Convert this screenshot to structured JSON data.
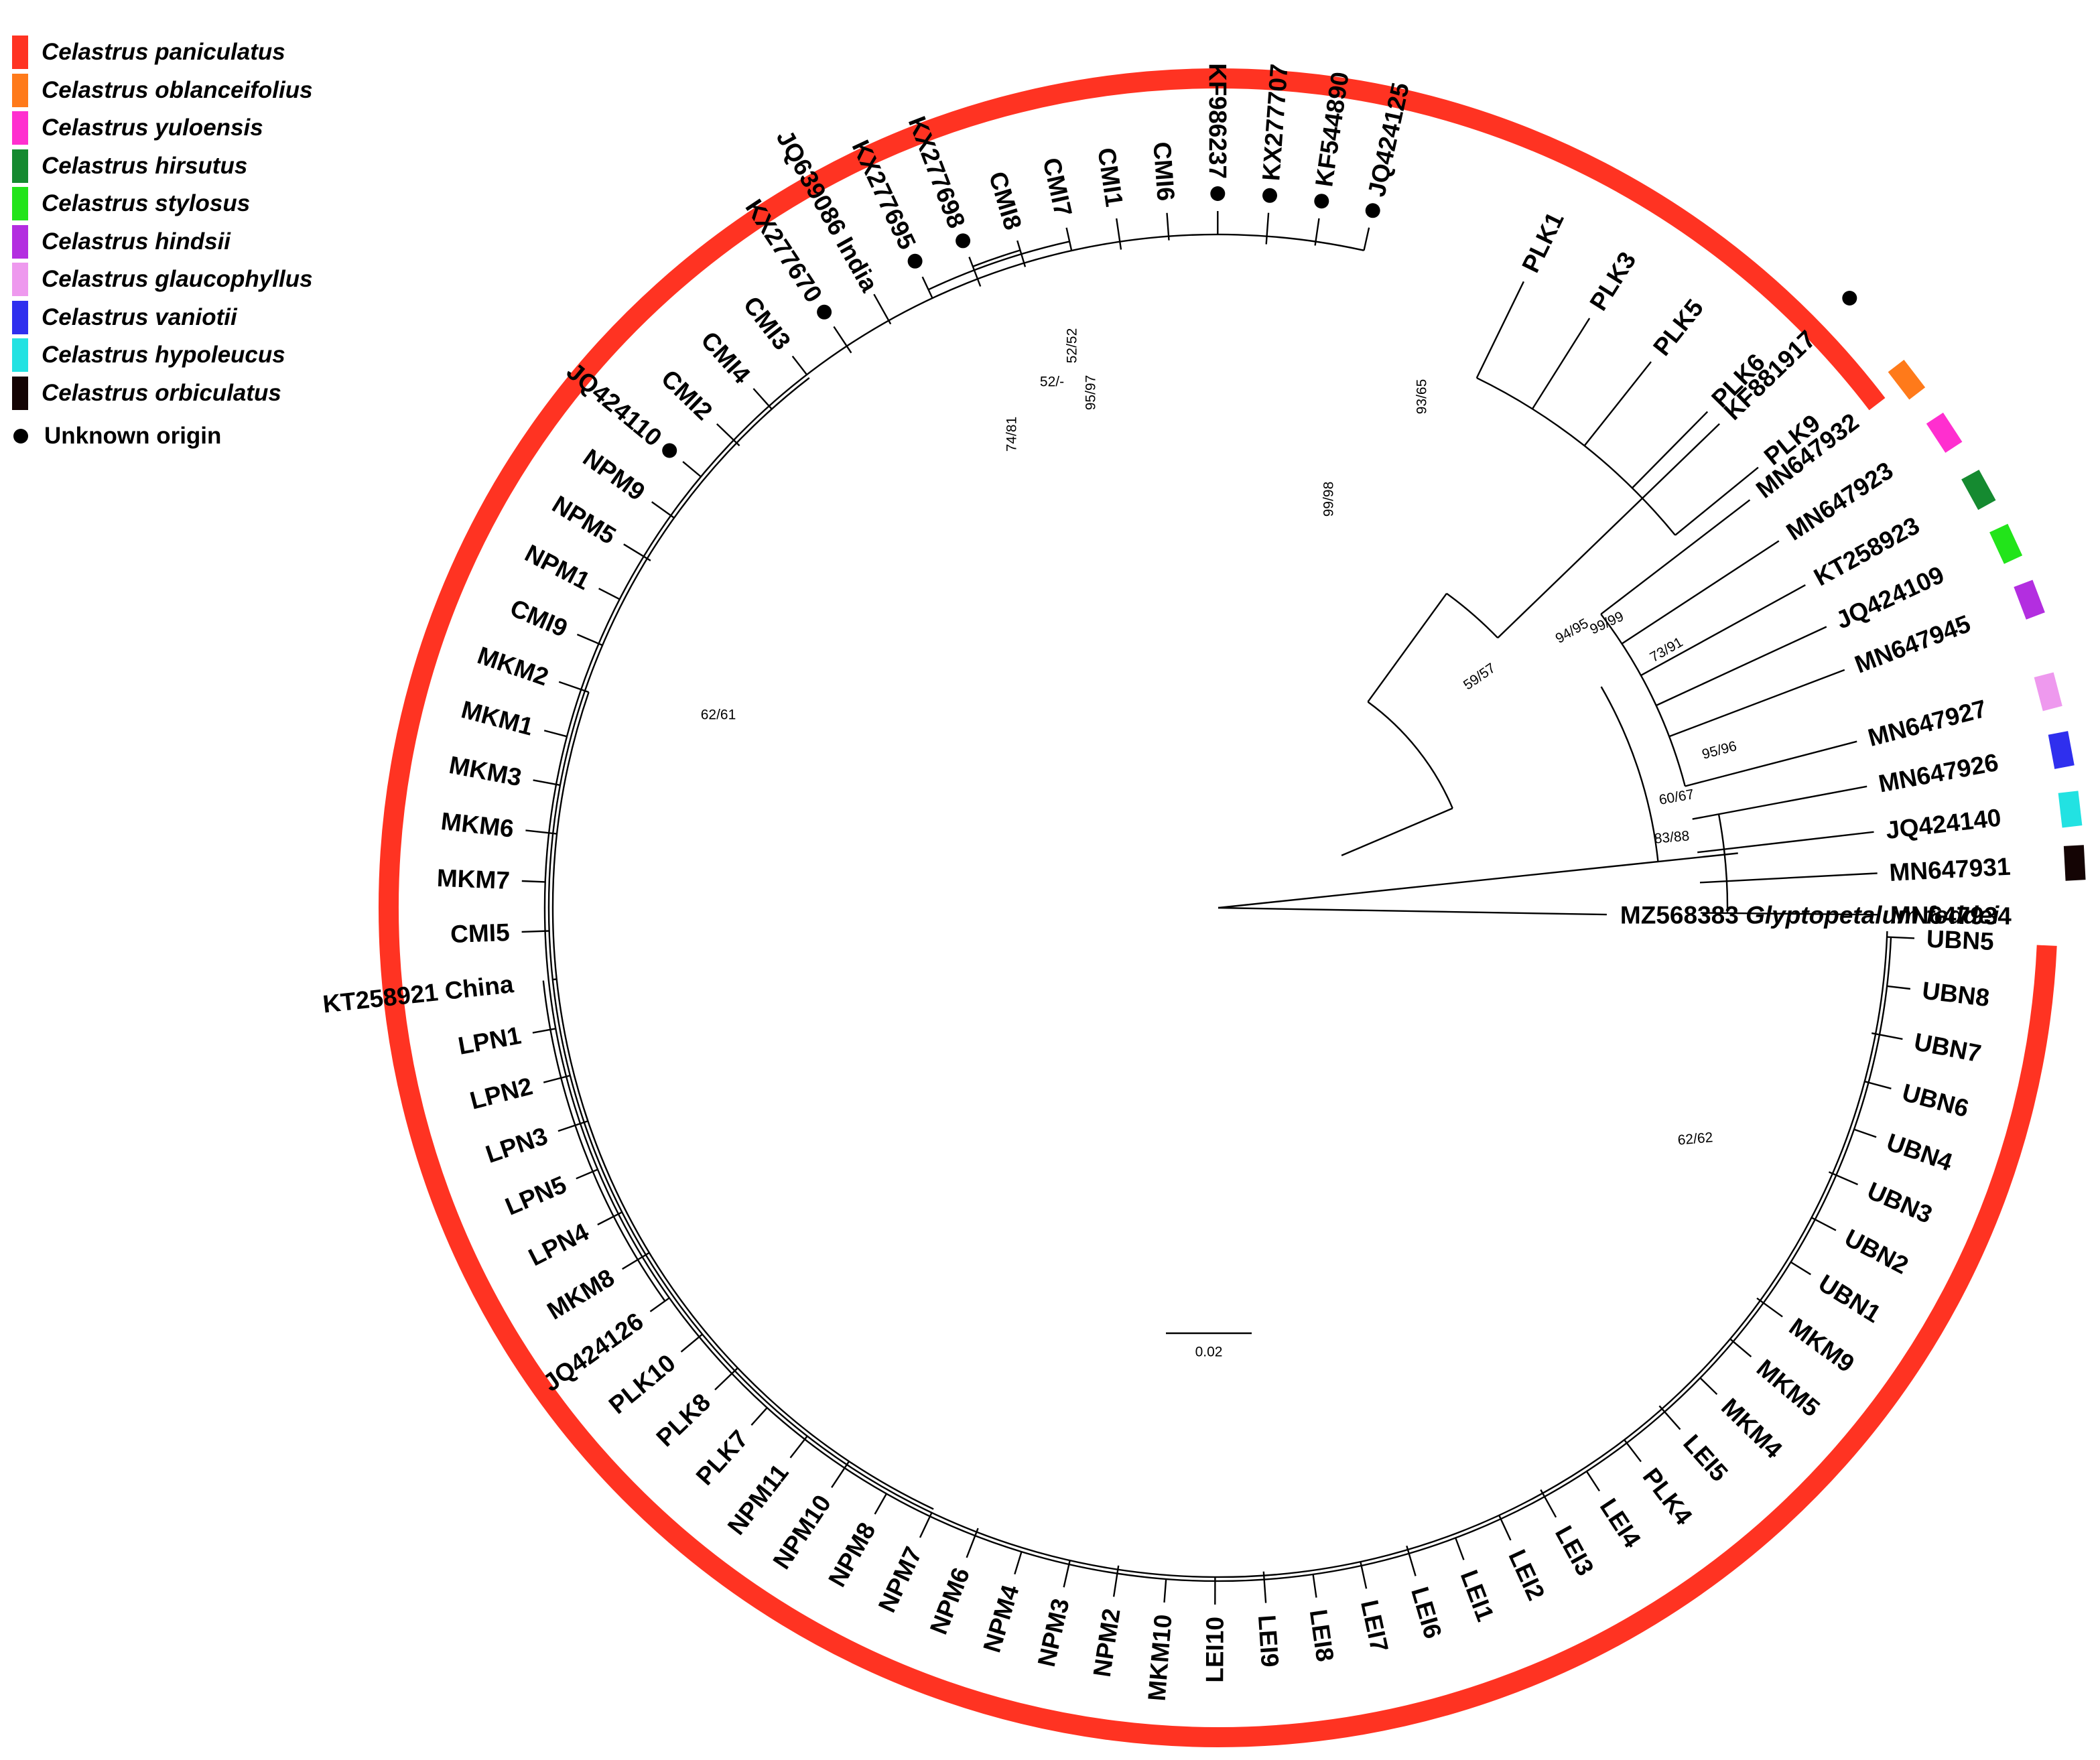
{
  "legend": {
    "species": [
      {
        "name": "Celastrus paniculatus",
        "color": "#ff3322"
      },
      {
        "name": "Celastrus oblanceifolius",
        "color": "#ff7a1a"
      },
      {
        "name": "Celastrus yuloensis",
        "color": "#ff2fcf"
      },
      {
        "name": "Celastrus hirsutus",
        "color": "#158a30"
      },
      {
        "name": "Celastrus stylosus",
        "color": "#22e41a"
      },
      {
        "name": "Celastrus hindsii",
        "color": "#b32ee0"
      },
      {
        "name": "Celastrus glaucophyllus",
        "color": "#ee99ee"
      },
      {
        "name": "Celastrus vaniotii",
        "color": "#2f2fee"
      },
      {
        "name": "Celastrus hypoleucus",
        "color": "#22e2e2"
      },
      {
        "name": "Celastrus orbiculatus",
        "color": "#140404"
      }
    ],
    "unknown": "Unknown origin"
  },
  "tips_upper": [
    "JQ424125",
    "KF544890",
    "KX277707",
    "KF986237",
    "CMI6",
    "CMI1",
    "CMI7",
    "CMI8",
    "KX277698",
    "KX277695",
    "JQ639086 India",
    "KX277670",
    "CMI3",
    "CMI4",
    "CMI2",
    "JQ424110",
    "NPM9",
    "NPM5",
    "NPM1",
    "CMI9",
    "MKM2",
    "MKM1",
    "MKM3",
    "MKM6",
    "MKM7",
    "CMI5",
    "KT258921 China",
    "LPN1",
    "LPN2",
    "LPN3",
    "LPN5",
    "LPN4",
    "MKM8",
    "JQ424126",
    "PLK10",
    "PLK8",
    "PLK7",
    "NPM11",
    "NPM10",
    "NPM8",
    "NPM7",
    "NPM6",
    "NPM4",
    "NPM3",
    "NPM2",
    "MKM10",
    "LEI10",
    "LEI9",
    "LEI8",
    "LEI7",
    "LEI6",
    "LEI1",
    "LEI2",
    "LEI3",
    "LEI4",
    "PLK4",
    "LEI5",
    "MKM4",
    "MKM5",
    "MKM9",
    "UBN1",
    "UBN2",
    "UBN3",
    "UBN4",
    "UBN6",
    "UBN7",
    "UBN8",
    "UBN5"
  ],
  "tips_plk": [
    "PLK1",
    "PLK3",
    "PLK5",
    "PLK6",
    "PLK9"
  ],
  "tips_right": [
    {
      "label": "KF881917",
      "dot": true
    },
    {
      "label": "MN647932",
      "color": "#ff7a1a"
    },
    {
      "label": "MN647923",
      "color": "#ff2fcf"
    },
    {
      "label": "KT258923",
      "color": "#158a30"
    },
    {
      "label": "JQ424109",
      "color": "#22e41a"
    },
    {
      "label": "MN647945",
      "color": "#b32ee0"
    },
    {
      "label": "MN647927",
      "color": "#ee99ee"
    },
    {
      "label": "MN647926",
      "color": "#2f2fee"
    },
    {
      "label": "JQ424140",
      "color": "#22e2e2"
    },
    {
      "label": "MN647931",
      "color": "#140404"
    },
    {
      "label": "MN647934"
    }
  ],
  "outgroup": {
    "accession": "MZ568383",
    "species": "Glyptopetalum feddei"
  },
  "dotted_tips": [
    "JQ424125",
    "KF544890",
    "KX277707",
    "KF986237",
    "KX277698",
    "KX277695",
    "KX277670",
    "JQ424110"
  ],
  "supports": [
    "99/98",
    "93/65",
    "95/97",
    "52/52",
    "52/-",
    "74/81",
    "62/61",
    "94/95",
    "99/99",
    "73/91",
    "59/57",
    "95/96",
    "60/67",
    "83/88",
    "62/62"
  ],
  "scale_bar": "0.02",
  "arc_color": "#ff3322"
}
